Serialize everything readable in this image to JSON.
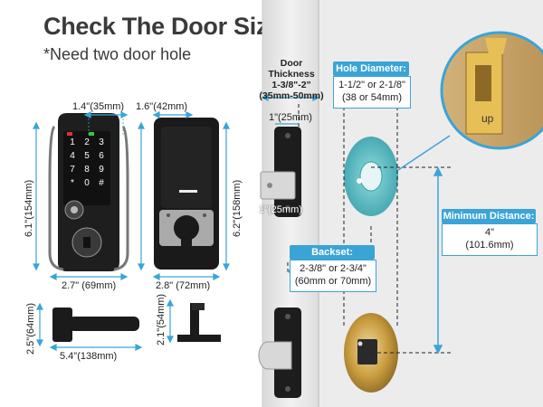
{
  "header": {
    "title": "Check The Door Size Before Purchasing",
    "subtitle": "*Need two door hole"
  },
  "lock_dims": {
    "front_width_top": "1.4\"(35mm)",
    "side_depth_top": "1.6\"(42mm)",
    "front_height": "6.1\"(154mm)",
    "side_height": "6.2\"(158mm)",
    "front_width": "2.7\" (69mm)",
    "side_width": "2.8\" (72mm)",
    "lever_height": "2.5\"(64mm)",
    "lever_width": "5.4\"(138mm)",
    "lever_side_height": "2.1\"(54mm)"
  },
  "door": {
    "thickness_title": "Door Thickness",
    "thickness_value": "1-3/8\"-2\"",
    "thickness_mm": "(35mm-50mm)",
    "edge_top": "1\"(25mm)",
    "edge_latch": "1\"(25mm)",
    "hole_diameter_label": "Hole Diameter:",
    "hole_diameter_value": "1-1/2\" or 2-1/8\"",
    "hole_diameter_mm": "(38 or 54mm)",
    "min_distance_label": "Minimum Distance:",
    "min_distance_value": "4\"",
    "min_distance_mm": "(101.6mm)",
    "backset_label": "Backset:",
    "backset_value": "2-3/8\" or 2-3/4\"",
    "backset_mm": "(60mm or 70mm)",
    "strike_text": "up"
  },
  "keypad": [
    "1",
    "2",
    "3",
    "4",
    "5",
    "6",
    "7",
    "8",
    "9",
    "*",
    "0",
    "#"
  ],
  "colors": {
    "accent": "#3ba4d6",
    "lock": "#1e1e1e",
    "door": "#e6e6e6",
    "brass": "#c8a24a"
  }
}
